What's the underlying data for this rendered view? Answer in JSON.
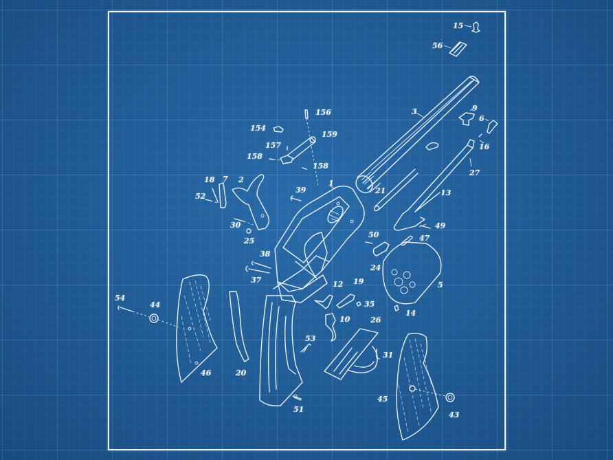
{
  "diagram": {
    "title": "",
    "subject": "Single-action revolver exploded parts diagram (blueprint style)",
    "colors": {
      "background": "#1f5f9a",
      "grid_major": "#4f86bd",
      "line": "#e6f1ff",
      "frame": "#eaf4ff"
    },
    "parts": [
      {
        "id": "p1",
        "label": "1",
        "name": "frame"
      },
      {
        "id": "p2",
        "label": "2",
        "name": "hammer"
      },
      {
        "id": "p3",
        "label": "3",
        "name": "barrel"
      },
      {
        "id": "p5",
        "label": "5",
        "name": "cylinder"
      },
      {
        "id": "p6",
        "label": "6",
        "name": "front-sight"
      },
      {
        "id": "p7",
        "label": "7",
        "name": "hand"
      },
      {
        "id": "p9",
        "label": "9",
        "name": "barrel-wedge"
      },
      {
        "id": "p10",
        "label": "10",
        "name": "trigger"
      },
      {
        "id": "p12",
        "label": "12",
        "name": "bolt"
      },
      {
        "id": "p13",
        "label": "13",
        "name": "loading-lever"
      },
      {
        "id": "p14",
        "label": "14",
        "name": "nipple"
      },
      {
        "id": "p15",
        "label": "15",
        "name": "wedge-screw"
      },
      {
        "id": "p16",
        "label": "16",
        "name": "lever-pin"
      },
      {
        "id": "p18",
        "label": "18",
        "name": "hand-spring"
      },
      {
        "id": "p19",
        "label": "19",
        "name": "trigger-bolt-spring"
      },
      {
        "id": "p20",
        "label": "20",
        "name": "mainspring"
      },
      {
        "id": "p21",
        "label": "21",
        "name": "cylinder-pin"
      },
      {
        "id": "p24",
        "label": "24",
        "name": "plunger"
      },
      {
        "id": "p25",
        "label": "25",
        "name": "roller"
      },
      {
        "id": "p26",
        "label": "26",
        "name": "trigger-guard"
      },
      {
        "id": "p27",
        "label": "27",
        "name": "latch-spring"
      },
      {
        "id": "p30",
        "label": "30",
        "name": "hammer-pin"
      },
      {
        "id": "p31",
        "label": "31",
        "name": "guard-screw"
      },
      {
        "id": "p35",
        "label": "35",
        "name": "spring-screw"
      },
      {
        "id": "p37",
        "label": "37",
        "name": "trigger-screw"
      },
      {
        "id": "p38",
        "label": "38",
        "name": "bolt-screw"
      },
      {
        "id": "p39",
        "label": "39",
        "name": "hammer-screw"
      },
      {
        "id": "p43",
        "label": "43",
        "name": "grip-escutcheon-right"
      },
      {
        "id": "p44",
        "label": "44",
        "name": "grip-escutcheon-left"
      },
      {
        "id": "p45",
        "label": "45",
        "name": "grip-right"
      },
      {
        "id": "p46",
        "label": "46",
        "name": "grip-left"
      },
      {
        "id": "p47",
        "label": "47",
        "name": "link"
      },
      {
        "id": "p49",
        "label": "49",
        "name": "link-pin"
      },
      {
        "id": "p50",
        "label": "50",
        "name": "plunger-pin"
      },
      {
        "id": "p51",
        "label": "51",
        "name": "backstrap-screw"
      },
      {
        "id": "p52",
        "label": "52",
        "name": "hand-pin"
      },
      {
        "id": "p53",
        "label": "53",
        "name": "backstrap-screw-upper"
      },
      {
        "id": "p54",
        "label": "54",
        "name": "grip-screw"
      },
      {
        "id": "p56",
        "label": "56",
        "name": "wedge-spring"
      },
      {
        "id": "p154",
        "label": "154",
        "name": "safety-cam"
      },
      {
        "id": "p156",
        "label": "156",
        "name": "safety-pin"
      },
      {
        "id": "p157",
        "label": "157",
        "name": "detent"
      },
      {
        "id": "p158a",
        "label": "158",
        "name": "safety-screw-left"
      },
      {
        "id": "p158b",
        "label": "158",
        "name": "safety-screw-right"
      },
      {
        "id": "p159",
        "label": "159",
        "name": "safety-bar"
      }
    ]
  },
  "labels": {
    "l1": "1",
    "l2": "2",
    "l3": "3",
    "l5": "5",
    "l6": "6",
    "l7": "7",
    "l9": "9",
    "l10": "10",
    "l12": "12",
    "l13": "13",
    "l14": "14",
    "l15": "15",
    "l16": "16",
    "l18": "18",
    "l19": "19",
    "l20": "20",
    "l21": "21",
    "l24": "24",
    "l25": "25",
    "l26": "26",
    "l27": "27",
    "l30": "30",
    "l31": "31",
    "l35": "35",
    "l37": "37",
    "l38": "38",
    "l39": "39",
    "l43": "43",
    "l44": "44",
    "l45": "45",
    "l46": "46",
    "l47": "47",
    "l49": "49",
    "l50": "50",
    "l51": "51",
    "l52": "52",
    "l53": "53",
    "l54": "54",
    "l56": "56",
    "l154": "154",
    "l156": "156",
    "l157": "157",
    "l158a": "158",
    "l158b": "158",
    "l159": "159"
  }
}
